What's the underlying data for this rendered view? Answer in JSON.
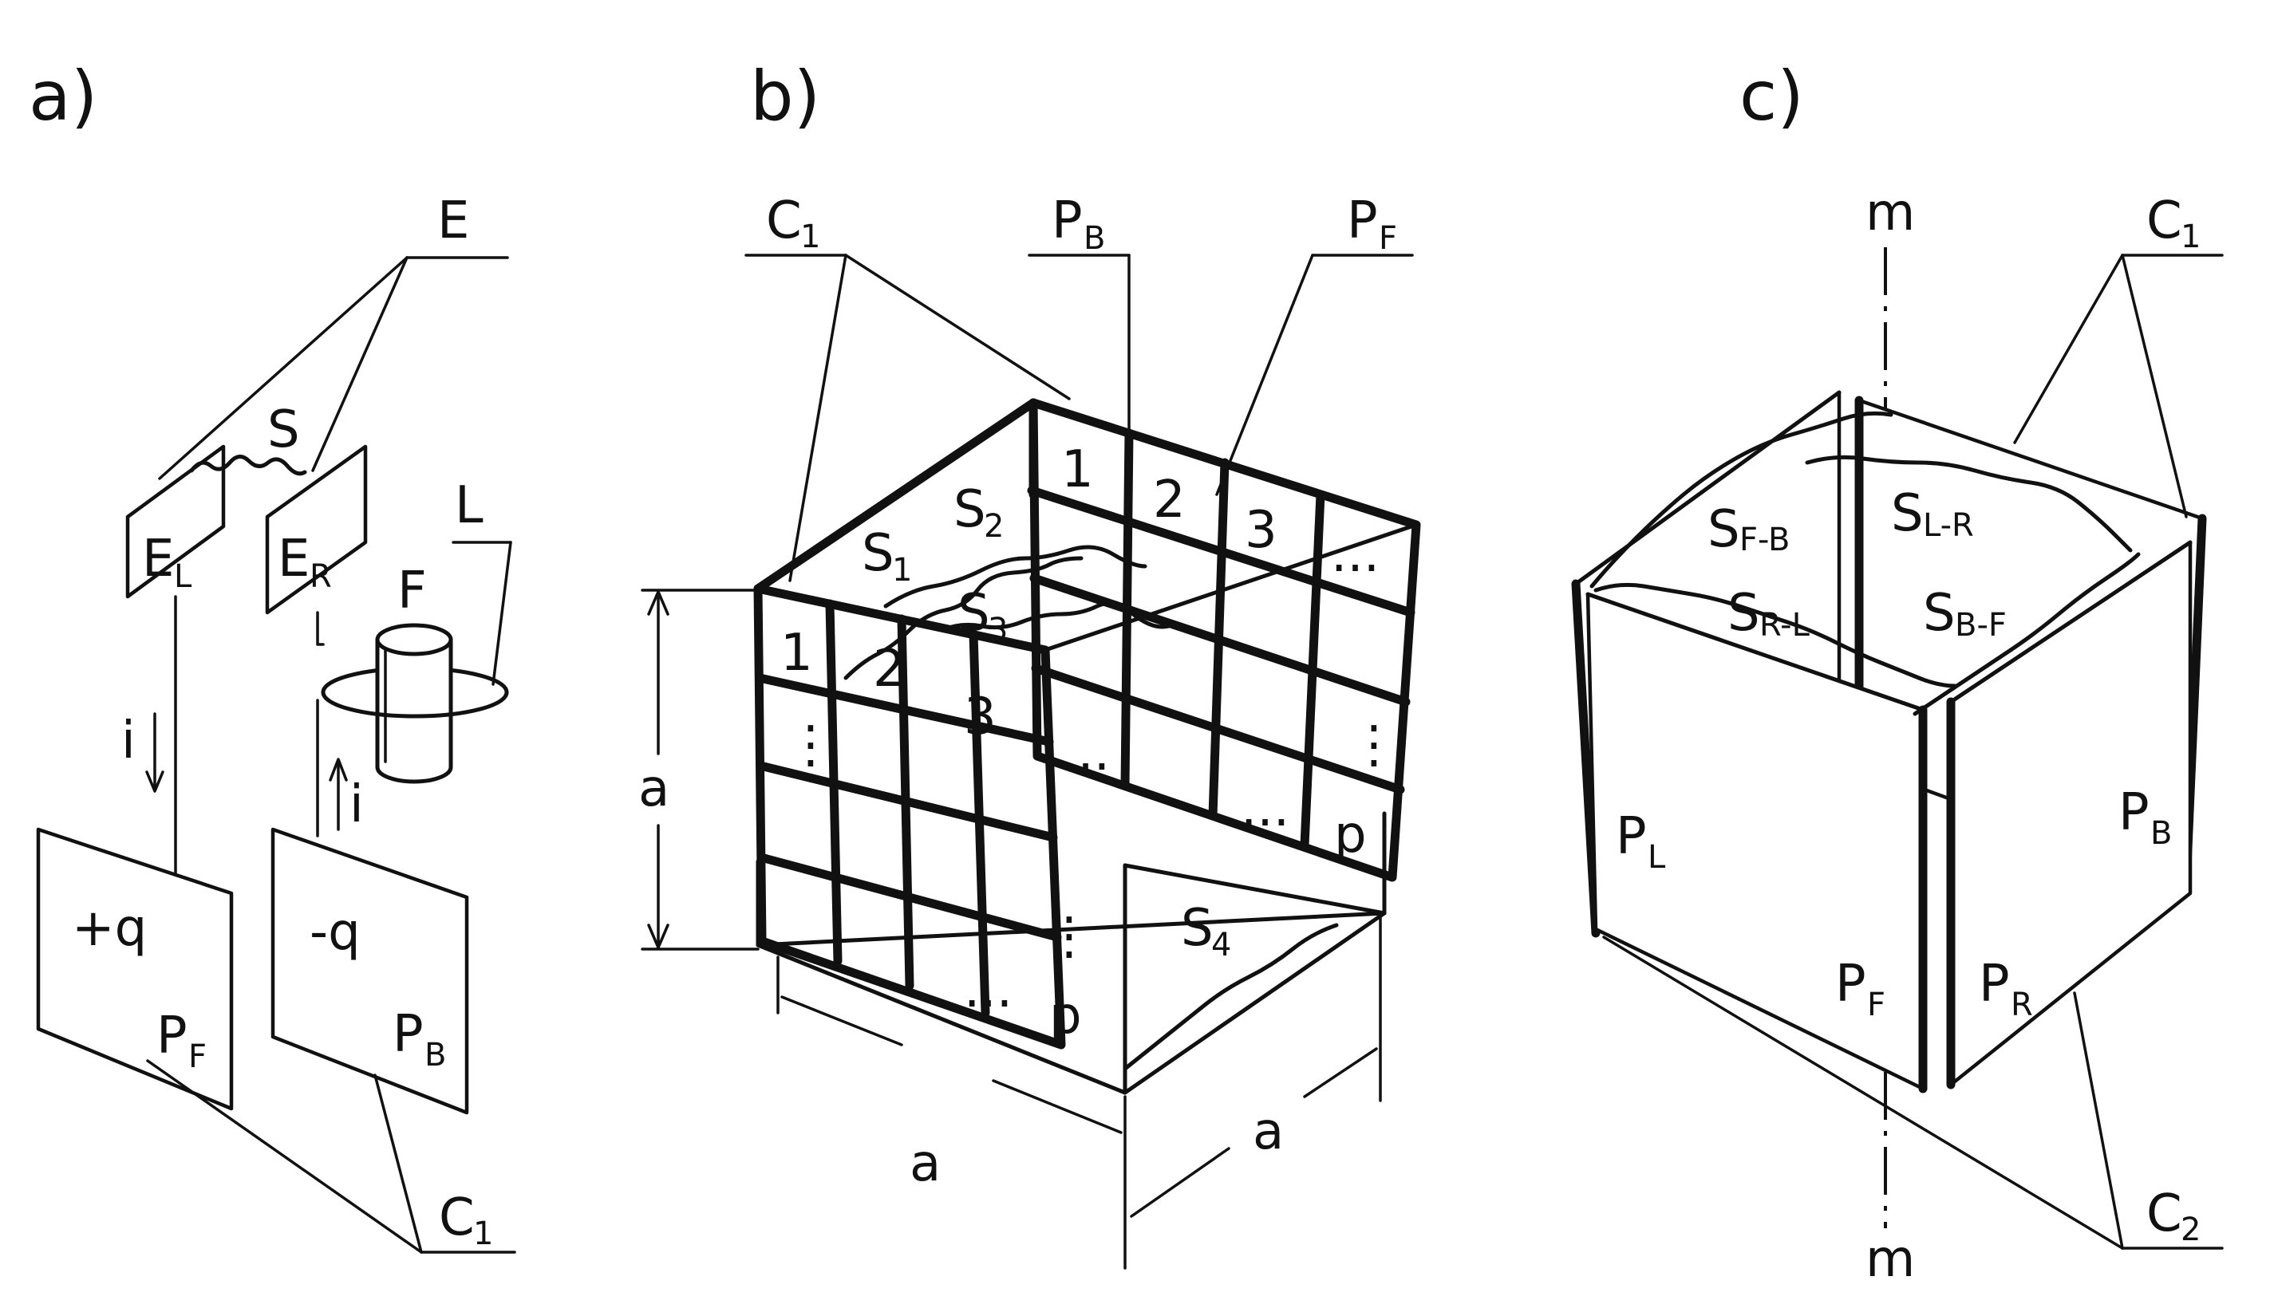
{
  "panels": {
    "a": {
      "tag": "a)",
      "labels": {
        "E": "E",
        "S": "S",
        "EL_main": "E",
        "EL_sub": "L",
        "ER_main": "E",
        "ER_sub": "R",
        "L": "L",
        "F": "F",
        "i_left": "i",
        "i_right": "i",
        "plus_q": "+q",
        "minus_q": "-q",
        "PF_main": "P",
        "PF_sub": "F",
        "PB_main": "P",
        "PB_sub": "B",
        "C1_main": "C",
        "C1_sub": "1"
      }
    },
    "b": {
      "tag": "b)",
      "labels": {
        "C1_main": "C",
        "C1_sub": "1",
        "PB_main": "P",
        "PB_sub": "B",
        "PF_main": "P",
        "PF_sub": "F",
        "S1_main": "S",
        "S1_sub": "1",
        "S2_main": "S",
        "S2_sub": "2",
        "S3_main": "S",
        "S3_sub": "3",
        "S4_main": "S",
        "S4_sub": "4",
        "a_left": "a",
        "a_bottom_left": "a",
        "a_bottom_right": "a",
        "front_1": "1",
        "front_2": "2",
        "front_3": "3",
        "front_dots": "...",
        "front_vdots": "⋮",
        "front_p": "p",
        "back_1": "1",
        "back_2": "2",
        "back_3": "3",
        "back_dots": "...",
        "back_vdots": "⋮",
        "back_p": "p"
      }
    },
    "c": {
      "tag": "c)",
      "labels": {
        "m_top": "m",
        "m_bottom": "m",
        "C1_main": "C",
        "C1_sub": "1",
        "C2_main": "C",
        "C2_sub": "2",
        "SFB_main": "S",
        "SFB_sub": "F-B",
        "SLR_main": "S",
        "SLR_sub": "L-R",
        "SRL_main": "S",
        "SRL_sub": "R-L",
        "SBF_main": "S",
        "SBF_sub": "B-F",
        "PL_main": "P",
        "PL_sub": "L",
        "PB_main": "P",
        "PB_sub": "B",
        "PF_main": "P",
        "PF_sub": "F",
        "PR_main": "P",
        "PR_sub": "R"
      }
    }
  }
}
